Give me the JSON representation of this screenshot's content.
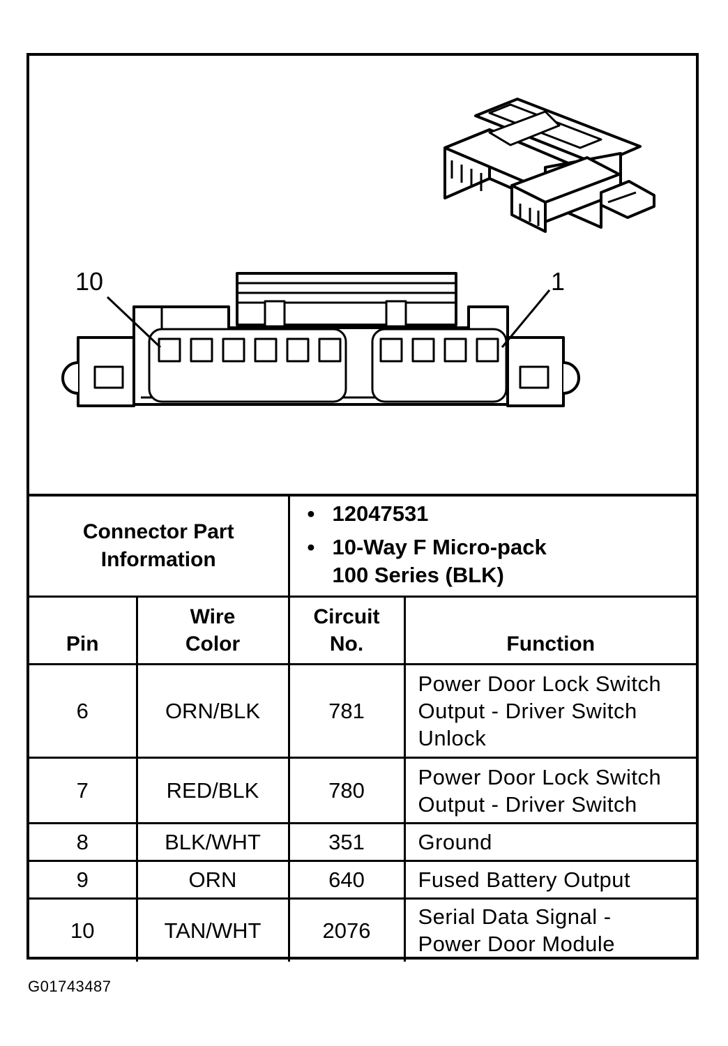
{
  "diagram": {
    "pin_labels": {
      "left": "10",
      "right": "1"
    }
  },
  "connector_info": {
    "label": "Connector Part Information",
    "items": [
      {
        "lines": [
          "12047531"
        ]
      },
      {
        "lines": [
          "10-Way F Micro-pack",
          "100 Series (BLK)"
        ]
      }
    ]
  },
  "pin_table": {
    "headers": {
      "pin": [
        "Pin"
      ],
      "wire_color": [
        "Wire",
        "Color"
      ],
      "circuit": [
        "Circuit",
        "No."
      ],
      "function": [
        "Function"
      ]
    },
    "rows": [
      {
        "pin": "6",
        "wire_color": "ORN/BLK",
        "circuit": "781",
        "function": [
          "Power Door Lock Switch",
          "Output - Driver Switch",
          "Unlock"
        ]
      },
      {
        "pin": "7",
        "wire_color": "RED/BLK",
        "circuit": "780",
        "function": [
          "Power Door Lock Switch",
          "Output - Driver Switch"
        ]
      },
      {
        "pin": "8",
        "wire_color": "BLK/WHT",
        "circuit": "351",
        "function": [
          "Ground"
        ]
      },
      {
        "pin": "9",
        "wire_color": "ORN",
        "circuit": "640",
        "function": [
          "Fused Battery Output"
        ]
      },
      {
        "pin": "10",
        "wire_color": "TAN/WHT",
        "circuit": "2076",
        "function": [
          "Serial Data Signal -",
          "Power Door Module"
        ]
      }
    ]
  },
  "figure_id": "G01743487"
}
